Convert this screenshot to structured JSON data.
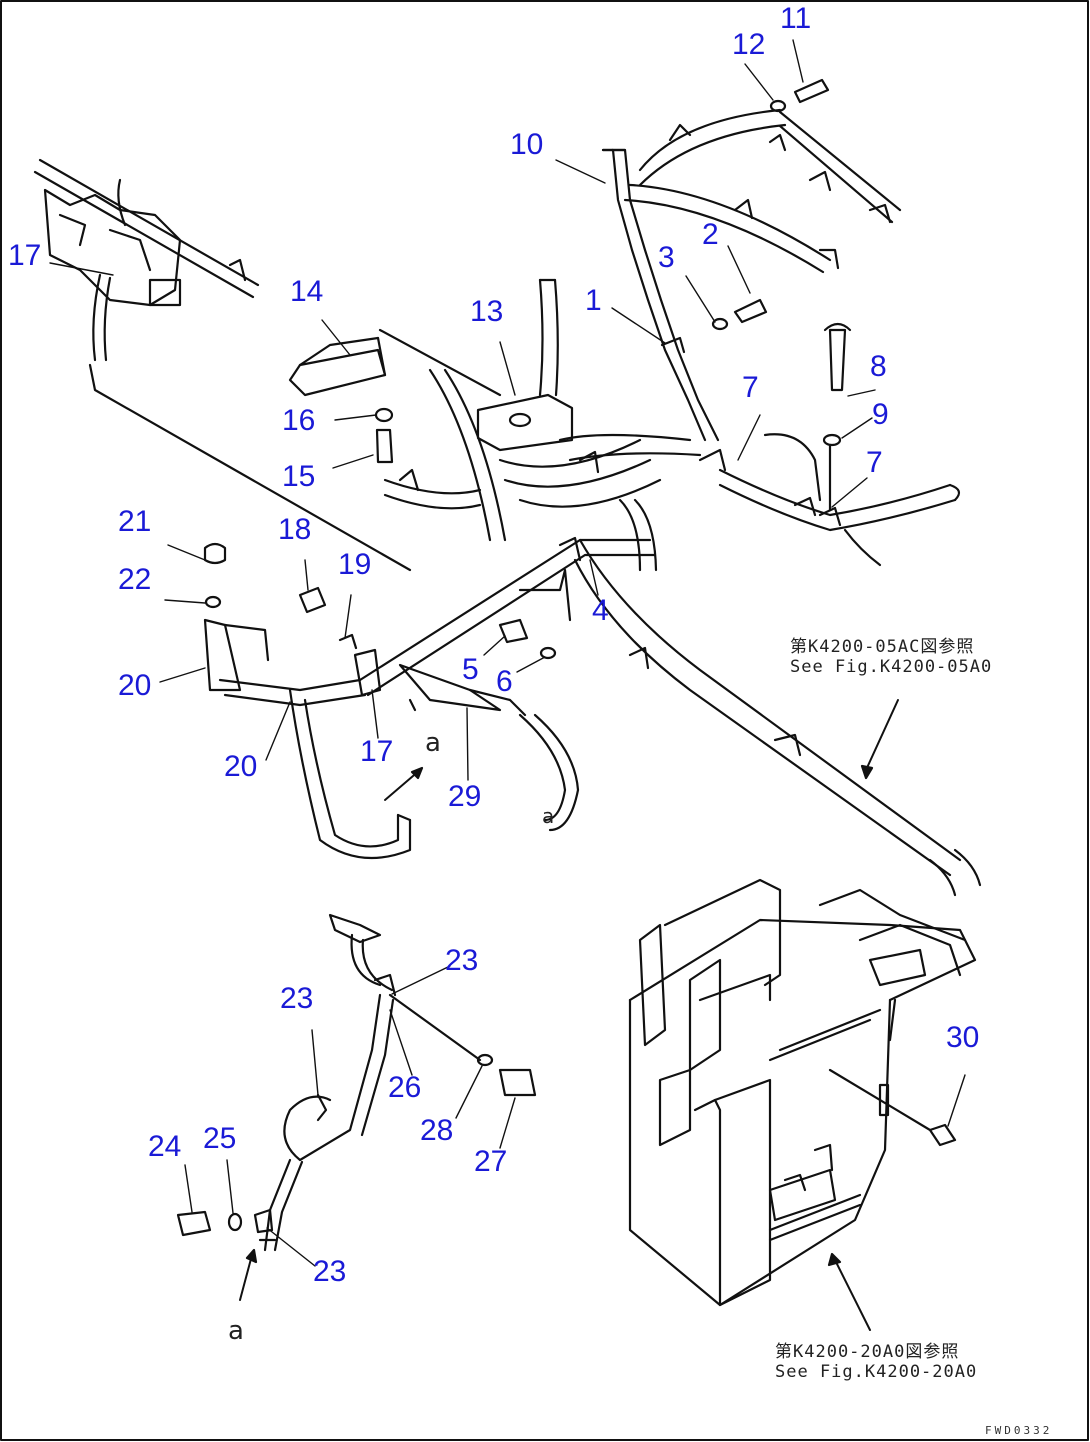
{
  "callouts": [
    {
      "id": "11",
      "label": "11"
    },
    {
      "id": "12",
      "label": "12"
    },
    {
      "id": "10",
      "label": "10"
    },
    {
      "id": "2",
      "label": "2"
    },
    {
      "id": "3",
      "label": "3"
    },
    {
      "id": "1",
      "label": "1"
    },
    {
      "id": "17a",
      "label": "17"
    },
    {
      "id": "14",
      "label": "14"
    },
    {
      "id": "13",
      "label": "13"
    },
    {
      "id": "8",
      "label": "8"
    },
    {
      "id": "9",
      "label": "9"
    },
    {
      "id": "7a",
      "label": "7"
    },
    {
      "id": "7b",
      "label": "7"
    },
    {
      "id": "16",
      "label": "16"
    },
    {
      "id": "15",
      "label": "15"
    },
    {
      "id": "21",
      "label": "21"
    },
    {
      "id": "18",
      "label": "18"
    },
    {
      "id": "19",
      "label": "19"
    },
    {
      "id": "22",
      "label": "22"
    },
    {
      "id": "4",
      "label": "4"
    },
    {
      "id": "5",
      "label": "5"
    },
    {
      "id": "6",
      "label": "6"
    },
    {
      "id": "20a",
      "label": "20"
    },
    {
      "id": "20b",
      "label": "20"
    },
    {
      "id": "17b",
      "label": "17"
    },
    {
      "id": "29",
      "label": "29"
    },
    {
      "id": "23a",
      "label": "23"
    },
    {
      "id": "23b",
      "label": "23"
    },
    {
      "id": "26",
      "label": "26"
    },
    {
      "id": "28",
      "label": "28"
    },
    {
      "id": "27",
      "label": "27"
    },
    {
      "id": "30",
      "label": "30"
    },
    {
      "id": "24",
      "label": "24"
    },
    {
      "id": "25",
      "label": "25"
    },
    {
      "id": "23c",
      "label": "23"
    }
  ],
  "notes": {
    "upper": {
      "line1": "第K4200-05AC図参照",
      "line2": "See Fig.K4200-05A0"
    },
    "lower": {
      "line1": "第K4200-20A0図参照",
      "line2": "See Fig.K4200-20A0"
    }
  },
  "view_markers": {
    "a1": "a",
    "a2": "a",
    "a3": "a"
  },
  "sheet_code": "FWD0332",
  "colors": {
    "callout": "#1a1ad6",
    "line": "#111111",
    "background": "#ffffff"
  }
}
